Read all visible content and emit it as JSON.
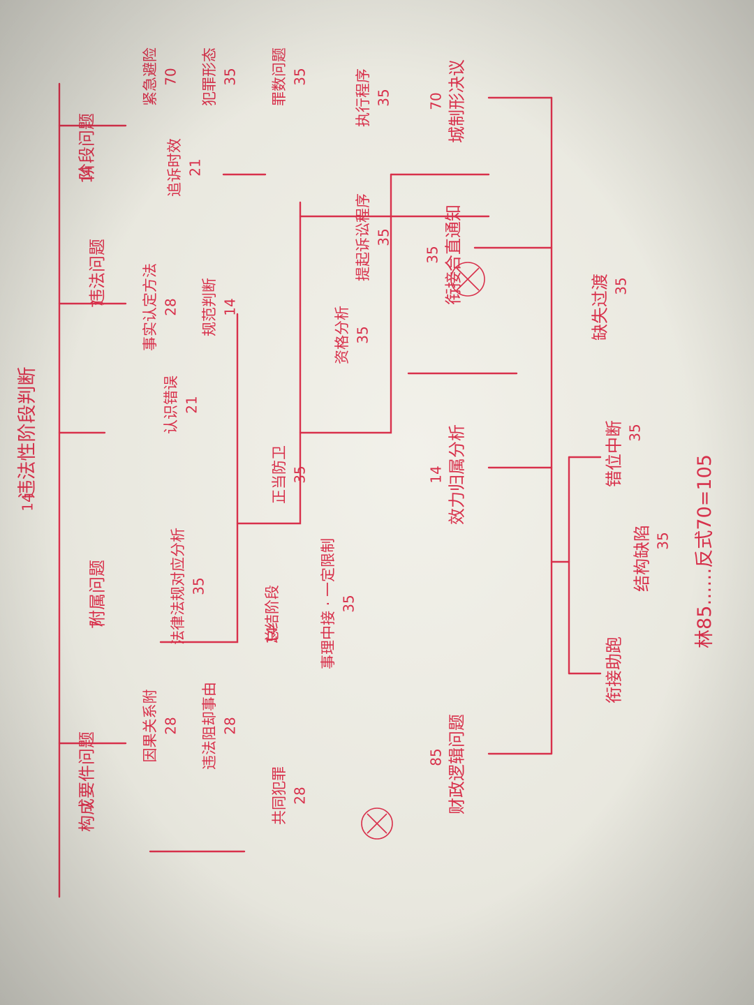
{
  "ink_color": "#d8304b",
  "paper_color": "#eeede5",
  "diagram": {
    "root": {
      "text": "林85……反式70=105",
      "score": ""
    },
    "root_subs": [
      {
        "text": "衔接助跑",
        "score": ""
      },
      {
        "text": "结构缺陷",
        "score": "35"
      },
      {
        "text": "错位中断",
        "score": "35"
      },
      {
        "text": "缺失过渡",
        "score": "35"
      }
    ],
    "branches": [
      {
        "text": "财政逻辑问题",
        "score": "85"
      },
      {
        "text": "效力归属分析",
        "score": "14"
      },
      {
        "text": "衔接合直通知",
        "score": "35"
      },
      {
        "text": "城制形决议",
        "score": "70"
      }
    ],
    "middle": [
      {
        "text": "事理中接 · 一定限制",
        "score": "35"
      },
      {
        "text": "资格分析",
        "score": "35"
      },
      {
        "text": "总结阶段",
        "score": "14"
      }
    ],
    "top": {
      "main": {
        "text": "违法性阶段判断",
        "score": "14"
      },
      "groups": [
        {
          "text": "构成要件问题",
          "score": "7"
        },
        {
          "text": "违法问题",
          "score": "7"
        },
        {
          "text": "附属问题",
          "score": "7"
        },
        {
          "text": "阶段问题",
          "score": "14"
        }
      ],
      "items": [
        {
          "text": "因果关系附",
          "score": "28"
        },
        {
          "text": "违法阻却事由",
          "score": "28"
        },
        {
          "text": "法律法规对应分析",
          "score": "35"
        },
        {
          "text": "认识错误",
          "score": "21"
        },
        {
          "text": "事实认定方法",
          "score": "28"
        },
        {
          "text": "规范判断",
          "score": "14"
        },
        {
          "text": "追诉时效",
          "score": "21"
        },
        {
          "text": "共同犯罪",
          "score": "28"
        },
        {
          "text": "正当防卫",
          "score": "35"
        },
        {
          "text": "紧急避险",
          "score": "70"
        },
        {
          "text": "犯罪形态",
          "score": "35"
        },
        {
          "text": "罪数问题",
          "score": "35"
        },
        {
          "text": "提起诉讼程序",
          "score": "35"
        },
        {
          "text": "执行程序",
          "score": "35"
        }
      ]
    }
  }
}
